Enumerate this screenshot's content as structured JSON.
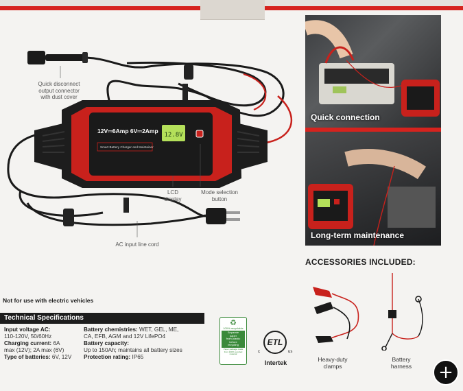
{
  "product": {
    "display_title": "12V⎓6Amp 6V⎓2Amp",
    "subtitle": "Smart Battery Charger and Maintainer",
    "lcd_text": "12.8V"
  },
  "callouts": {
    "quick_disconnect": [
      "Quick disconnect",
      "output connector",
      "with dust cover"
    ],
    "lcd": [
      "LCD",
      "display"
    ],
    "mode": [
      "Mode selection",
      "button"
    ],
    "ac_cord": "AC input line cord"
  },
  "photos": {
    "quick_connection": "Quick connection",
    "long_term": "Long-term maintenance"
  },
  "accessories": {
    "heading": "ACCESSORIES INCLUDED:",
    "clamps": [
      "Heavy-duty",
      "clamps"
    ],
    "harness": [
      "Battery",
      "harness"
    ]
  },
  "notice": "Not for use with electric vehicles",
  "specs": {
    "heading": "Technical Specifications",
    "input_label": "Input voltage AC:",
    "input_value": "110-120V, 50/60Hz",
    "current_label": "Charging current:",
    "current_value_1": "6A",
    "current_value_2": "max (12V); 2A max (6V)",
    "types_label": "Type of batteries:",
    "types_value": "6V, 12V",
    "chem_label": "Battery chemistries:",
    "chem_value_1": "WET, GEL, ME,",
    "chem_value_2": "CA, EFB, AGM and 12V LifePO4",
    "capacity_label": "Battery capacity:",
    "capacity_value": "Up to 150Ah; maintains all battery sizes",
    "protection_label": "Protection rating:",
    "protection_value": "IP65"
  },
  "recycle": {
    "pct": "100% recyclable",
    "text": [
      "Separate",
      "paper",
      "from plastic",
      "before",
      "recycling"
    ],
    "small": [
      "Paper package made",
      "from 100% recycled",
      "material"
    ]
  },
  "cert": {
    "mark": "ETL",
    "left": "c",
    "right": "us",
    "brand": "Intertek"
  },
  "colors": {
    "accent_red": "#d6231e",
    "charger_red": "#c8211c",
    "lcd_green": "#b4e05a",
    "dark": "#1d1d1d"
  },
  "zoom_symbol": "+"
}
